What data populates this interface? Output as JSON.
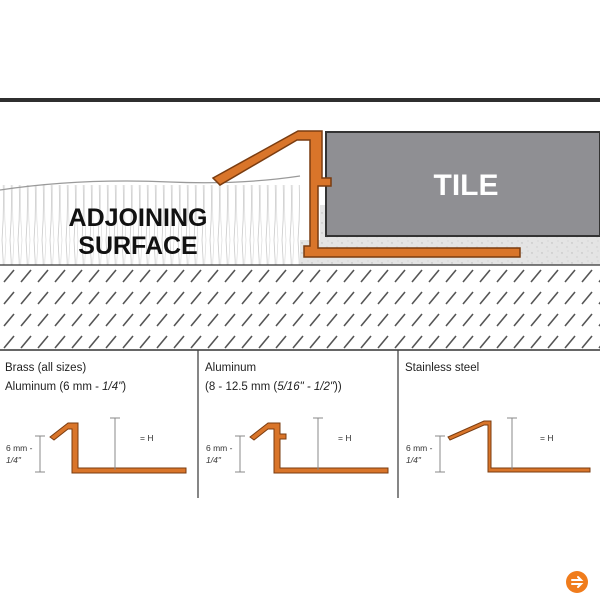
{
  "diagram": {
    "tile_label": "TILE",
    "adjoining_label_line1": "ADJOINING",
    "adjoining_label_line2": "SURFACE"
  },
  "profiles": [
    {
      "caption_line1": "Brass (all sizes)",
      "caption_line2_prefix": "Aluminum (6 mm - ",
      "caption_line2_italic": "1/4\"",
      "caption_line2_suffix": ")",
      "height_label_line1": "6 mm -",
      "height_label_line2": "1/4\"",
      "h_label": "= H"
    },
    {
      "caption_line1": "Aluminum",
      "caption_line2_prefix": "(8 - 12.5 mm (",
      "caption_line2_italic": "5/16\" - 1/2\"",
      "caption_line2_suffix": "))",
      "height_label_line1": "6 mm -",
      "height_label_line2": "1/4\"",
      "h_label": "= H"
    },
    {
      "caption_line1": "Stainless steel",
      "caption_line2_prefix": "",
      "caption_line2_italic": "",
      "caption_line2_suffix": "",
      "height_label_line1": "6 mm -",
      "height_label_line2": "1/4\"",
      "h_label": "= H"
    }
  ],
  "colors": {
    "profile_orange": "#d9752a",
    "tile_gray": "#8f8f93",
    "line_dark": "#333333",
    "logo_orange": "#f07c1c"
  },
  "logo": {
    "icon": "e-arrow-logo-icon"
  }
}
